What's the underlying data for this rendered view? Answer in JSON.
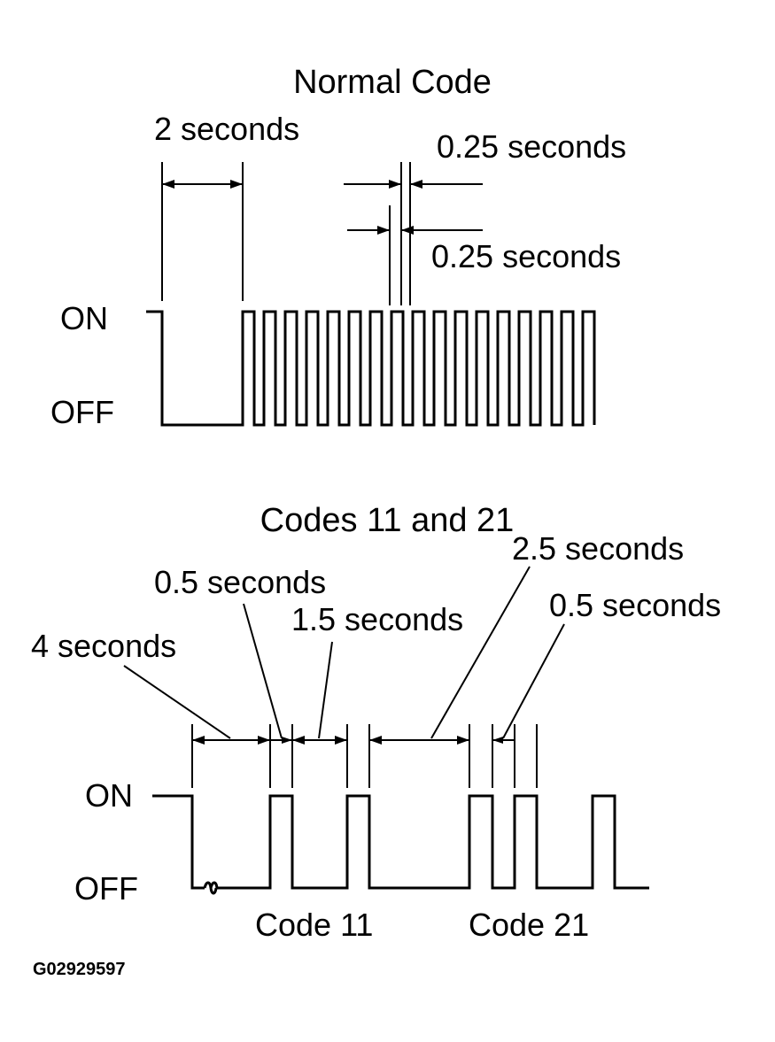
{
  "normal": {
    "title": "Normal Code",
    "dim_2s": "2 seconds",
    "dim_025_on": "0.25 seconds",
    "dim_025_off": "0.25 seconds",
    "on_label": "ON",
    "off_label": "OFF"
  },
  "codes": {
    "title": "Codes 11 and 21",
    "dim_4s": "4 seconds",
    "dim_05_a": "0.5 seconds",
    "dim_15": "1.5 seconds",
    "dim_25": "2.5 seconds",
    "dim_05_b": "0.5 seconds",
    "on_label": "ON",
    "off_label": "OFF",
    "code11_label": "Code 11",
    "code21_label": "Code 21"
  },
  "figure_id": "G02929597"
}
